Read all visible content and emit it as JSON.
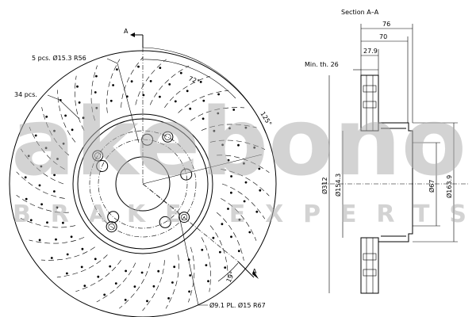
{
  "section_title": "Section A–A",
  "section_letter_top": "A",
  "section_letter_bottom": "A",
  "callouts": {
    "bolt_holes": "5 pcs. Ø15.3 R56",
    "slots": "34 pcs.",
    "small_holes": "Ø9.1 PL. Ø15 R67"
  },
  "dims": {
    "total_width": "76",
    "width_70": "70",
    "width_27_9": "27.9",
    "min_thickness": "Min. th. 26",
    "diameter_312": "Ø312",
    "diameter_154": "Ø154.3",
    "diameter_67": "Ø67",
    "diameter_163": "Ø163.9",
    "angle_72": "72°",
    "angle_125": "125°",
    "angle_19": "19°"
  },
  "watermark": {
    "brand": "akebono",
    "tagline": "BRAKE EXPERTS",
    "color": "#b0b0b0"
  },
  "colors": {
    "line": "#000000",
    "background": "#ffffff"
  }
}
